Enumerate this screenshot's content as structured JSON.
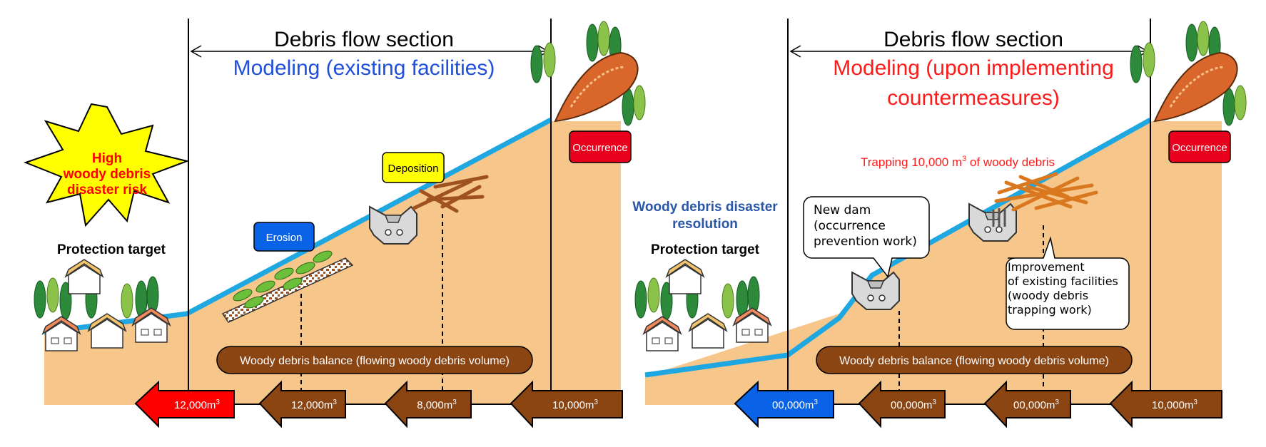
{
  "left_panel": {
    "section_label": "Debris flow section",
    "modeling_title": "Modeling (existing facilities)",
    "risk_burst": [
      "High",
      "woody debris",
      "disaster risk"
    ],
    "protection_target": "Protection target",
    "erosion_label": "Erosion",
    "deposition_label": "Deposition",
    "occurrence_label": "Occurrence",
    "balance_label": "Woody debris balance (flowing woody debris volume)",
    "arrows": [
      "12,000m",
      "12,000m",
      "8,000m",
      "10,000m"
    ],
    "arrow_unit_sup": "3"
  },
  "right_panel": {
    "section_label": "Debris flow section",
    "modeling_title_line1": "Modeling (upon implementing",
    "modeling_title_line2": "countermeasures)",
    "resolution_label": [
      "Woody debris disaster",
      "resolution"
    ],
    "protection_target": "Protection target",
    "trapping_prefix": "Trapping 10,000 m",
    "trapping_sup": "3",
    "trapping_suffix": " of woody debris",
    "new_dam_callout": [
      "New dam",
      "(occurrence",
      "prevention work)"
    ],
    "improvement_callout": [
      "Improvement",
      "of existing facilities",
      "(woody debris",
      "trapping work)"
    ],
    "occurrence_label": "Occurrence",
    "balance_label": "Woody debris balance (flowing woody debris volume)",
    "arrows": [
      "00,000m",
      "00,000m",
      "00,000m",
      "10,000m"
    ],
    "arrow_unit_sup": "3"
  },
  "colors": {
    "slope_fill": "#f6c68a",
    "river": "#1ea7e1",
    "brown_arrow": "#8b4513",
    "red_arrow": "#ff0000",
    "blue_arrow": "#0a63e6",
    "title_blue": "#1f4fdc",
    "title_red": "#ff1a1a",
    "erosion_box": "#0a63e6",
    "deposition_box": "#ffff00",
    "occurrence_box": "#e8001c",
    "burst": "#ffff00",
    "resolution_text": "#2a56a8"
  },
  "icons": [
    "house-icon",
    "tree-icon",
    "check-dam-icon",
    "debris-pile-icon",
    "landslide-icon",
    "burst-icon"
  ]
}
